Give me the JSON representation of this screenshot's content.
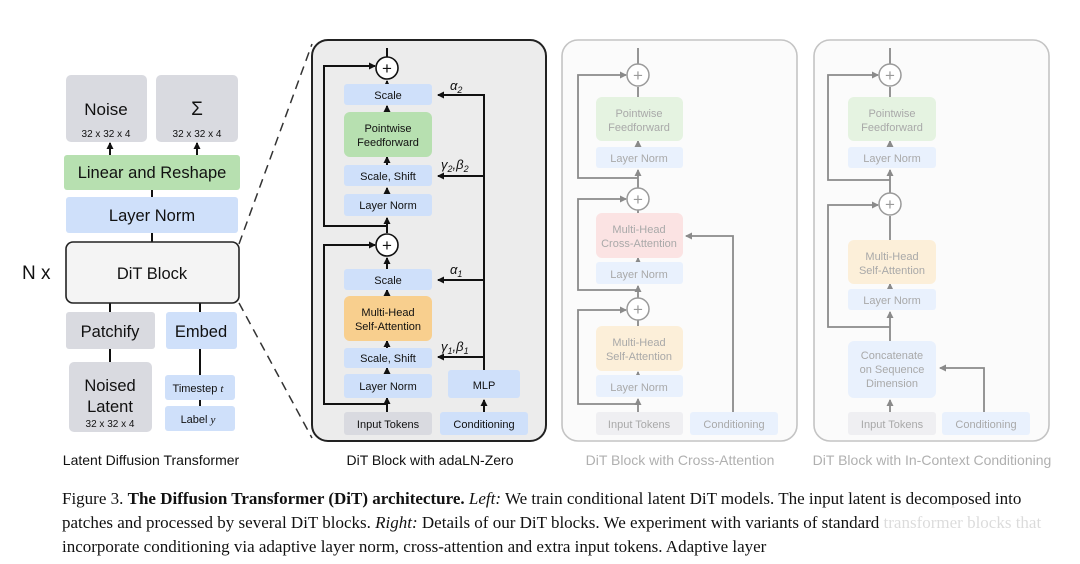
{
  "left": {
    "noise": "Noise",
    "noise_dim": "32 x 32 x 4",
    "sigma": "Σ",
    "sigma_dim": "32 x 32 x 4",
    "linear": "Linear and Reshape",
    "layernorm": "Layer Norm",
    "n_times": "N x",
    "dit_block": "DiT Block",
    "patchify": "Patchify",
    "embed": "Embed",
    "noised_latent_1": "Noised",
    "noised_latent_2": "Latent",
    "noised_dim": "32 x 32 x 4",
    "timestep": "Timestep",
    "timestep_var": "t",
    "label": "Label",
    "label_var": "y",
    "title": "Latent Diffusion Transformer"
  },
  "adaln": {
    "scale_top": "Scale",
    "alpha2": "α",
    "alpha2_sub": "2",
    "pff_1": "Pointwise",
    "pff_2": "Feedforward",
    "scale_shift_top": "Scale, Shift",
    "gamma2": "γ",
    "gamma2_sub": "2",
    "beta2": ",β",
    "beta2_sub": "2",
    "layernorm_top": "Layer Norm",
    "scale_bottom": "Scale",
    "alpha1": "α",
    "alpha1_sub": "1",
    "mhsa_1": "Multi-Head",
    "mhsa_2": "Self-Attention",
    "scale_shift_bottom": "Scale, Shift",
    "gamma1": "γ",
    "gamma1_sub": "1",
    "beta1": ",β",
    "beta1_sub": "1",
    "layernorm_bottom": "Layer Norm",
    "mlp": "MLP",
    "input_tokens": "Input Tokens",
    "conditioning": "Conditioning",
    "title": "DiT Block with adaLN-Zero"
  },
  "cross": {
    "pff_1": "Pointwise",
    "pff_2": "Feedforward",
    "layernorm_1": "Layer Norm",
    "mhca_1": "Multi-Head",
    "mhca_2": "Cross-Attention",
    "layernorm_2": "Layer Norm",
    "mhsa_1": "Multi-Head",
    "mhsa_2": "Self-Attention",
    "layernorm_3": "Layer Norm",
    "input_tokens": "Input Tokens",
    "conditioning": "Conditioning",
    "title": "DiT Block with Cross-Attention"
  },
  "incontext": {
    "pff_1": "Pointwise",
    "pff_2": "Feedforward",
    "layernorm_1": "Layer Norm",
    "mhsa_1": "Multi-Head",
    "mhsa_2": "Self-Attention",
    "layernorm_2": "Layer Norm",
    "concat_1": "Concatenate",
    "concat_2": "on Sequence",
    "concat_3": "Dimension",
    "input_tokens": "Input Tokens",
    "conditioning": "Conditioning",
    "title": "DiT Block with In-Context Conditioning"
  },
  "caption": {
    "fig": "Figure 3.",
    "bold": "The Diffusion Transformer (DiT) architecture.",
    "left_label": "Left:",
    "left_text": "We train conditional latent DiT models. The input latent is decomposed into patches and processed by several DiT blocks.",
    "right_label": "Right:",
    "right_text": "Details of our DiT blocks. We experiment with variants of standard transformer blocks that incorporate conditioning via adaptive layer norm, cross-attention and extra input tokens. Adaptive layer"
  },
  "colors": {
    "gray_box": "#d9dae0",
    "green_box": "#b7e0b0",
    "blue_box": "#cfe0fa",
    "yellow_box": "#f8cf8e",
    "red_box": "#f6c3c3",
    "panel_bg": "#ececec"
  }
}
